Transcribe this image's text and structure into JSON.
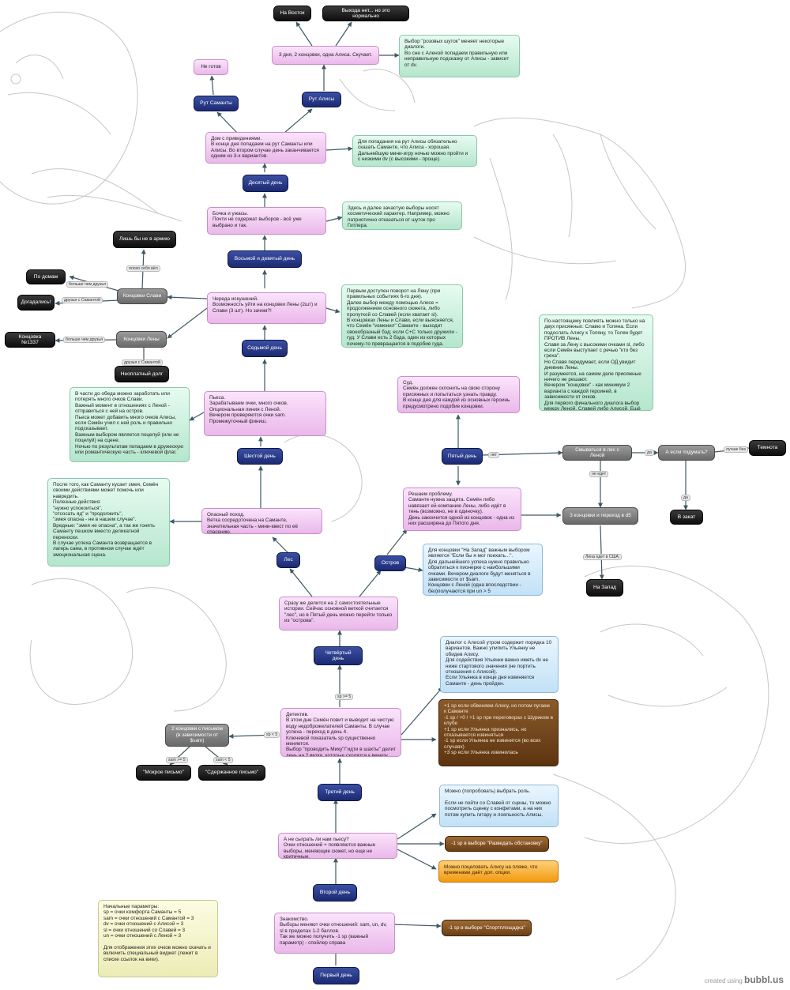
{
  "nodes": {
    "na_vostok": "На Восток",
    "vyhoda_net": "Выхода нет... но это нормально",
    "ne_gotov": "Не готов",
    "alisa_3days": "3 дня, 2 концовки, одна Алиса. Скучает.",
    "rozovye_shutki": "Выбор \"розовых шуток\" меняет некоторые диалоги.\nВо сне с Аленой попадаем правильную или неправильную подсказку от Алисы - зависит от dv.",
    "rut_samanty": "Рут Саманты",
    "rut_alisy": "Рут Алисы",
    "dom_s_privideniyami": "Дом с привидениями.\nВ конце дня попадаем на рут Саманты или Алисы. Во втором случае день заканчивается одним из 3-х вариантов.",
    "dlya_popadaniya": "Для попадания на рут Алисы обязательно сказать Саманте, что Алиса - хорошая.\nДальнейшую мини-игру ночью можно пройти и с низкими dv (с высокими - проще).",
    "day10": "Десятый день",
    "bochka": "Бочка и ужасы.\nПочти не содержат выборов - всё уже выбрано и так.",
    "zdes_i_dalee": "Здесь и далее зачастую выборы носят косметический характер. Например, можно патриотично отказаться от шуток про Гитлера.",
    "day89": "Восьмой и девятый день",
    "lish_by": "Лишь бы не в армию",
    "po_domam": "По домам",
    "dogadalis": "Догадались!",
    "koncovki_slavi": "Концовки Слави",
    "chereda": "Череда искушений.\nВозможность уйти на концовки Лены (2шт) и Слави (3 шт). Но зачем?!",
    "pervym_dostupen": "Первым доступен поворот на Лену (при правильных событиях 6-го дня).\nДалее выбор между помощью Алисе = продолжением основного сюжета, либо пропуткой со Славей (если хватает sl).\nВ концовках Лены и Слави, если выясняется, что Семён \"изменил\" Саманте - выходит своеобразный бэд; если С+С только дружили - гуд. У Слави есть 2 бэда, один из которых почему-то превращается в подобие гуда.",
    "koncovka_1337": "Концовка №1337",
    "koncovki_leny": "Концовки Лены",
    "neoplatny": "Неоплатный долг",
    "day7": "Седьмой день",
    "po_nastoyaschemu": "По-настоящему повлиять можно только на двух присяжных: Славю и Толяна. Если подослать Алису к Толяну, то Толян будет ПРОТИВ Лены.\nСлавя за Лену с высокими очками sl, либо если Семён выступает с речью \"кто без греха\".\nНо Славя передумает, если ОД увидит дневник Лены.\nИ разумеется, на самом деле присяжные ничего не решают.\nВечером \"концовки\" - как минимум 2 варианта с каждой героиней, в зависимости от очков.\nДля первого финального диалога выбор между Леной, Славей либо Алисой. Ещё железно с Самантой.",
    "v_chasti": "В части до обеда можно заработать или потерять много очков Слави.\nВажный момент в отношениях с Леной - отправиться с ней на остров.\nПьеса может добавить много очков Алисы, если Семён учил с ней роль и правильно подсказывает.\nВажным выбором является поцелуй (или не поцелуй) на сцене.\nНочью по результатам попадаем в дружескую или романтическую часть - ключевой флаг.",
    "piesa": "Пьеса.\nЗарабатываем очки, много очков.\nОпциональная линия с Леной.\nВечером проверяются очки sam.\nПромежуточный финиш.",
    "sud": "Суд.\nСемён должен склонить на свою сторону присяжных и попытаться узнать правду.\nВ конце дня для каждой из основных героинь предусмотрено подобие концовки.",
    "day6": "Шестой день",
    "day5": "Пятый день",
    "smyvatsya": "Смываться в лес с Леной",
    "a_esli": "А если подумать?",
    "temnota": "Темнота",
    "v_zakat": "В закат",
    "posle_togo": "После того, как Саманту кусает змея, Семён своими действиями может помочь или навредить.\nПолезные действия:\n\"нужно успокоиться\",\n\"отсосать яд\" и \"продолжить\",\n\"змея опасна - не в нашем случае\".\nВредные: \"змея не опасна\", а так же гонять Саманту пешком вместо деликатной переноски.\nВ случае успеха Саманта возвращается в лагерь сама, в противном случае ждёт эмоциональная сцена.",
    "opasny_pohod": "Опасный поход.\nВетка сосредоточена на Саманте, значительная часть - мини-квест по её спасению.",
    "reshaem": "Решаем проблему.\nСаманте нужна защита. Семён либо навязает ей компанию Лены, либо идёт в тень (возможно, не в одиночку).\nДень закончится одной из концовок - одна из них расширена до Пятого дня.",
    "tri_koncovki": "3 концовки и переход в d5",
    "lena_edet": "Лена едет в США.",
    "na_zapad": "На Запад",
    "les": "Лес",
    "ostrov": "Остров",
    "dlya_koncovki": "Для концовки \"На Запад\" важным выбором является \"Если бы я мог поехать...\".\nДля дальнейшего успеха нужно правильно обратиться к пионерке с наибольшими очками. Вечером диалоги будут меняться в зависимости от $sam.\nКонцовки с Леной (одна впоследствии - без)получаются при un > 5",
    "srazu_zhe": "Сразу же делится на 2 самостоятельные истории. Сейчас основной веткой считается \"лес\", но в Пятый день можно перейти только из \"острова\".",
    "day4": "Четвёртый день",
    "dialog_s_alisoy": "Диалог с Алисой утром содержит порядка 10 вариантов. Важно упипить Ульянку не обидев Алису.\nДля содействия Ульянки важно иметь dv не ниже стартового значения (не портить отношения с Алисой).\nЕсли Ульянка в конце дня извиняется Саманте - день пройден.",
    "points_list": "+1 sp если обвиняем Алису, но потом пугаем к Саманте\n-1 sp / +0 / +1 sp при переговорах с Шуриком в клубе\n+1 sp если Ульянка признались, но отказывается извиняться\n-1 sp если Ульянка не извинится (во всех случаях)\n+3 sp если Ульянка извинилась",
    "dve_koncovki": "2 концовки с письмом\n(в зависимости от $sam)",
    "mokroe": "\"Мокрое письмо\"",
    "sderzhannoe": "\"Сдержанное письмо\"",
    "detektiv": "Детектив.\nВ этом дне Семён повит и выводит на чистую воду недоброжелателей Саманты. В случае успеха - переход в день 4.\nКлючевой показатель sp существенно меняется.\nВыбор \"проводить Мику\"/\"идти в шахты\" делит день на 2 ветки, которые сходятся к вечеру.",
    "day3": "Третий день",
    "mozhno_vybrat": "Можно (попробовать) выбрать роль.\n\nЕсли не пойти со Славей от сцены, то можно посмотреть сценку с конфетами, а на них потом купить гитару и лояльность Алисы.",
    "a_ne_sygrat": "А не сыграть ли нам пьесу?\nОчки отношений + появляются важные выборы, меняющие сюжет, но еще не критичные.",
    "razvedat": "-1 sp в выборе \"Разведать обстановку\"",
    "mozhno_pocelovat": "Можно поцеловать Алису на пляже, что временами даёт доп. опции.",
    "day2": "Второй день",
    "nachalnye": "Начальные параметры:\nsp = очки комфорта Саманты = 5\nsam = очки отношений с Самантой = 3\ndv = очки отношений с Алисой = 3\nsl = очки отношений со Славей = 3\nun = очки отношений с Леной = 3\n\nДля отображения этих очков можно скачать и включить специальный виджет (лежит в списке ссылок на вики).",
    "znakomstvo": "Знакомство.\nВыборы меняют очки отношений: sam, un, dv, sl в пределах 1-2 баллов.\nТак же можно получить -1 sp (важный параметр) - спойлер справа",
    "sportploshadka": "-1 sp в выборе \"Спортплощадка\"",
    "day1": "Первый день"
  },
  "edge_labels": {
    "ploho_sebya_vel": "плохо себя вёл",
    "bolshe_chem_druzya": "больше чем друзья",
    "druzya_s_samantoy": "друзья с Самантой",
    "bolshe_chem_druzya2": "больше чем друзья",
    "druzya_s_samantoy2": "друзья с Самантой",
    "net": "нет",
    "da": "да",
    "luchshe_bez": "лучше без",
    "da2": "да",
    "ne_edet": "не едет",
    "sp_lt5": "sp < 5",
    "sp_gte5": "sp >= 5",
    "sam_gte5": "sam >= 5",
    "sam_lt5": "sam < 5"
  },
  "footer": {
    "created_using": "created using",
    "brand": "bubbl.us"
  },
  "colors": {
    "navy": "#1c2a72",
    "black": "#0d0d0d",
    "pink": "#eab8ea",
    "green": "#b5e6cd",
    "blue": "#c2e1f6",
    "orange": "#f29a12",
    "brown": "#5c3410",
    "gray": "#6a6a6a",
    "yellow": "#ececb7",
    "edge": "#3d5a66"
  }
}
